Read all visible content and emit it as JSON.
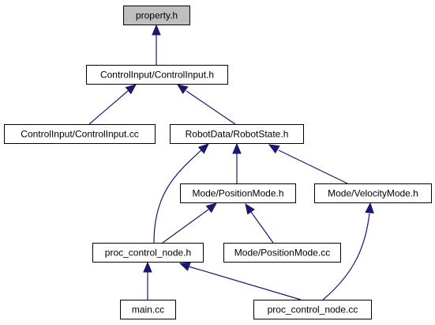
{
  "diagram": {
    "nodes": [
      {
        "id": "property_h",
        "label": "property.h",
        "fill": "#bfbfbf",
        "highlighted": true
      },
      {
        "id": "controlinput_h",
        "label": "ControlInput/ControlInput.h",
        "fill": "#ffffff"
      },
      {
        "id": "controlinput_cc",
        "label": "ControlInput/ControlInput.cc",
        "fill": "#ffffff"
      },
      {
        "id": "robotstate_h",
        "label": "RobotData/RobotState.h",
        "fill": "#ffffff"
      },
      {
        "id": "positionmode_h",
        "label": "Mode/PositionMode.h",
        "fill": "#ffffff"
      },
      {
        "id": "velocitymode_h",
        "label": "Mode/VelocityMode.h",
        "fill": "#ffffff"
      },
      {
        "id": "proc_control_node_h",
        "label": "proc_control_node.h",
        "fill": "#ffffff"
      },
      {
        "id": "positionmode_cc",
        "label": "Mode/PositionMode.cc",
        "fill": "#ffffff"
      },
      {
        "id": "main_cc",
        "label": "main.cc",
        "fill": "#ffffff"
      },
      {
        "id": "proc_control_node_cc",
        "label": "proc_control_node.cc",
        "fill": "#ffffff"
      }
    ],
    "edges": [
      {
        "from": "controlinput_h",
        "to": "property_h"
      },
      {
        "from": "controlinput_cc",
        "to": "controlinput_h"
      },
      {
        "from": "robotstate_h",
        "to": "controlinput_h"
      },
      {
        "from": "positionmode_h",
        "to": "robotstate_h"
      },
      {
        "from": "velocitymode_h",
        "to": "robotstate_h"
      },
      {
        "from": "proc_control_node_h",
        "to": "robotstate_h"
      },
      {
        "from": "proc_control_node_h",
        "to": "positionmode_h"
      },
      {
        "from": "positionmode_cc",
        "to": "positionmode_h"
      },
      {
        "from": "proc_control_node_cc",
        "to": "velocitymode_h"
      },
      {
        "from": "main_cc",
        "to": "proc_control_node_h"
      },
      {
        "from": "proc_control_node_cc",
        "to": "proc_control_node_h"
      }
    ],
    "edge_color": "#191970"
  }
}
